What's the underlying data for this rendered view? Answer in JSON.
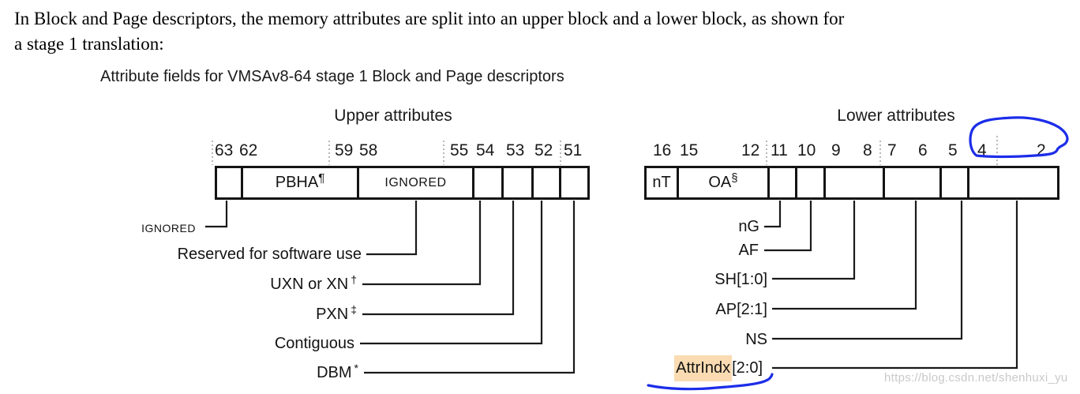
{
  "intro": {
    "line1": "In Block and Page descriptors, the memory attributes are split into an upper block and a lower block, as shown for",
    "line2": "a stage 1 translation:"
  },
  "caption": "Attribute fields for VMSAv8-64 stage 1 Block and Page descriptors",
  "upper": {
    "title": "Upper attributes",
    "bits": [
      "63",
      "62",
      "59",
      "58",
      "55",
      "54",
      "53",
      "52",
      "51"
    ],
    "fields": [
      {
        "label": ""
      },
      {
        "label": "PBHA",
        "sup": "¶"
      },
      {
        "label": "IGNORED"
      },
      {
        "label": ""
      },
      {
        "label": ""
      },
      {
        "label": ""
      },
      {
        "label": ""
      }
    ],
    "labels": [
      {
        "text": "IGNORED"
      },
      {
        "text": "Reserved for software use"
      },
      {
        "text": "UXN or XN",
        "sup": "†"
      },
      {
        "text": "PXN",
        "sup": "‡"
      },
      {
        "text": "Contiguous"
      },
      {
        "text": "DBM",
        "sup": "*"
      }
    ]
  },
  "lower": {
    "title": "Lower attributes",
    "bits": [
      "16",
      "15",
      "12",
      "11",
      "10",
      "9",
      "8",
      "7",
      "6",
      "5",
      "4",
      "2"
    ],
    "fields": [
      {
        "label": "nT"
      },
      {
        "label": "OA",
        "sup": "§"
      },
      {
        "label": ""
      },
      {
        "label": ""
      },
      {
        "label": ""
      },
      {
        "label": ""
      },
      {
        "label": ""
      },
      {
        "label": ""
      }
    ],
    "labels": [
      {
        "text": "nG"
      },
      {
        "text": "AF"
      },
      {
        "text": "SH[1:0]"
      },
      {
        "text": "AP[2:1]"
      },
      {
        "text": "NS"
      },
      {
        "text": "AttrIndx",
        "rest": "[2:0]",
        "highlighted": true
      }
    ]
  },
  "annotations": {
    "ink_color": "#1c2de8",
    "highlight_color": "#fadbb2",
    "circled_bits": "4 2",
    "underlined_label": "AttrIndx[2:0]"
  },
  "watermark": "https://blog.csdn.net/shenhuxi_yu"
}
